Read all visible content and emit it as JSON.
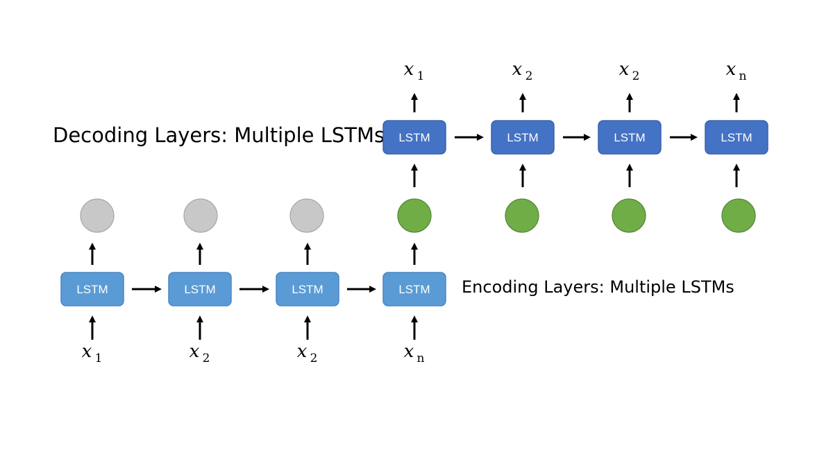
{
  "colors": {
    "encoder_box": "#5b9bd5",
    "encoder_box_border": "#4a86c0",
    "decoder_box": "#4472c4",
    "decoder_box_border": "#3a62aa",
    "hidden_gray": "#c8c8c8",
    "hidden_gray_border": "#a6a6a6",
    "hidden_green": "#70ad47",
    "hidden_green_border": "#548235",
    "arrow": "#000000"
  },
  "decoder": {
    "label": "Decoding Layers: Multiple LSTMs",
    "cells": [
      {
        "label": "LSTM",
        "output": {
          "var": "x",
          "sub": "1"
        }
      },
      {
        "label": "LSTM",
        "output": {
          "var": "x",
          "sub": "2"
        }
      },
      {
        "label": "LSTM",
        "output": {
          "var": "x",
          "sub": "2"
        }
      },
      {
        "label": "LSTM",
        "output": {
          "var": "x",
          "sub": "n"
        }
      }
    ]
  },
  "encoder": {
    "label": "Encoding Layers: Multiple LSTMs",
    "cells": [
      {
        "label": "LSTM",
        "input": {
          "var": "x",
          "sub": "1"
        }
      },
      {
        "label": "LSTM",
        "input": {
          "var": "x",
          "sub": "2"
        }
      },
      {
        "label": "LSTM",
        "input": {
          "var": "x",
          "sub": "2"
        }
      },
      {
        "label": "LSTM",
        "input": {
          "var": "x",
          "sub": "n"
        }
      }
    ]
  },
  "hidden_states": [
    {
      "state": "gray"
    },
    {
      "state": "gray"
    },
    {
      "state": "gray"
    },
    {
      "state": "green"
    },
    {
      "state": "green"
    },
    {
      "state": "green"
    },
    {
      "state": "green"
    }
  ]
}
